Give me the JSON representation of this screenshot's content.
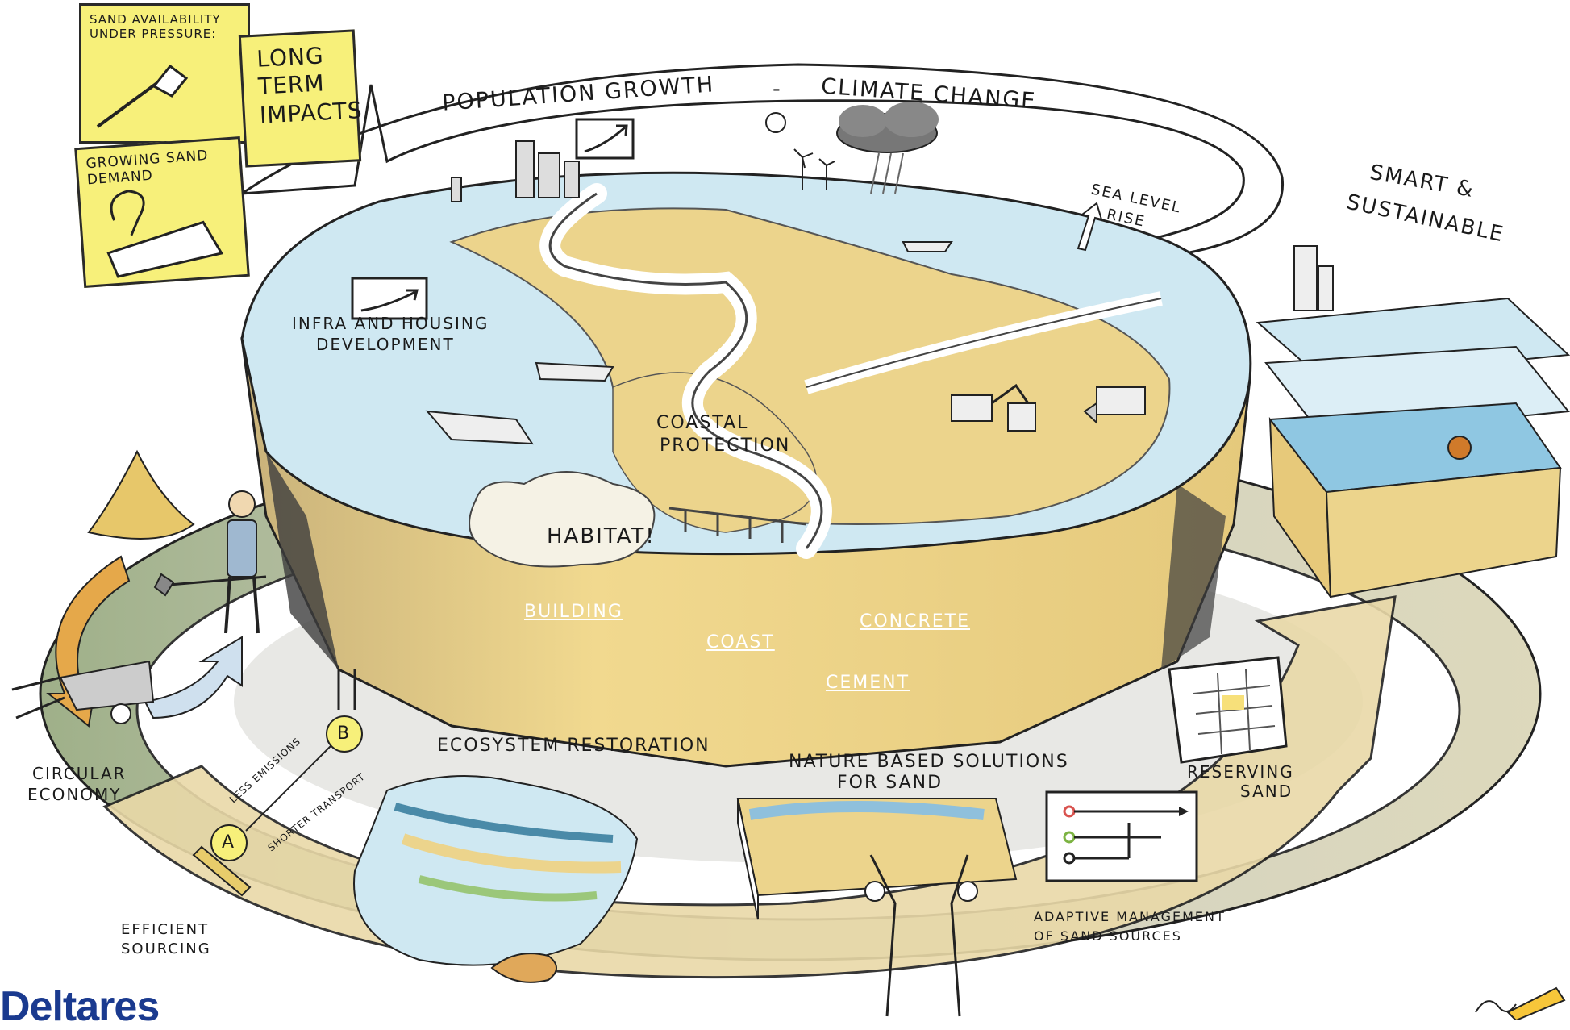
{
  "sticky_notes": {
    "pressure": "Sand availability under pressure:",
    "long_term": [
      "Long",
      "term",
      "impacts"
    ],
    "demand": "Growing sand demand"
  },
  "drivers": {
    "population": "Population growth",
    "separator": "-",
    "climate": "Climate change",
    "sea_level": [
      "Sea level",
      "rise"
    ]
  },
  "island_labels": {
    "infra": [
      "Infra and housing",
      "development"
    ],
    "coastal": [
      "Coastal",
      "protection"
    ],
    "habitat": "Habitat!"
  },
  "cliff_words": {
    "building": "Building",
    "coast": "Coast",
    "concrete": "Concrete",
    "cement": "Cement"
  },
  "cycle": {
    "smart": [
      "Smart &",
      "sustainable"
    ],
    "circular": [
      "Circular",
      "economy"
    ],
    "less_emissions": "Less emissions",
    "shorter_transport": "Shorter transport",
    "point_a": "A",
    "point_b": "B",
    "efficient": [
      "Efficient",
      "sourcing"
    ],
    "ecosystem": "Ecosystem restoration",
    "nbs": [
      "Nature based solutions",
      "for sand"
    ],
    "reserving": [
      "Reserving",
      "sand"
    ],
    "adaptive": [
      "Adaptive management",
      "of sand sources"
    ]
  },
  "logo": "Deltares",
  "colors": {
    "note_yellow": "#f7f07a",
    "sand": "#ecd48c",
    "water": "#cfe8f2",
    "green_ring": "#8fa477",
    "brand_blue": "#1a3a8f"
  }
}
